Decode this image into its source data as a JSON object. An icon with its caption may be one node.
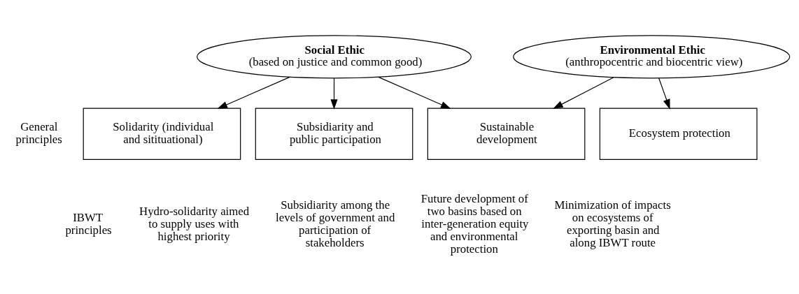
{
  "diagram": {
    "nodes": [
      {
        "text": [
          "Social Ethic",
          "(based on justice and common good)"
        ]
      },
      {
        "text": [
          "Environmental Ethic",
          "(anthropocentric and biocentric view)"
        ]
      },
      {
        "text": [
          "Solidarity (individual and sitituational)"
        ]
      },
      {
        "text": [
          "Subsidiarity and public participation"
        ]
      },
      {
        "text": [
          "Sustainable development"
        ]
      },
      {
        "text": [
          "Ecosystem protection"
        ]
      }
    ],
    "edges": [
      {
        "from": 0,
        "to": 2,
        "arrow": "to"
      },
      {
        "from": 0,
        "to": 3,
        "arrow": "to"
      },
      {
        "from": 0,
        "to": 4,
        "arrow": "to"
      },
      {
        "from": 1,
        "to": 4,
        "arrow": "to"
      },
      {
        "from": 1,
        "to": 5,
        "arrow": "to"
      }
    ],
    "labels": [
      "General principles",
      "IBWT principles",
      "Hydro-solidarity aimed to supply uses with highest priority",
      "Subsidiarity among the levels of government and participation of stakeholders",
      "Future development of two basins based on inter-generation equity and environmental protection",
      "Minimization of impacts on ecosystems of exporting basin and along IBWT route"
    ]
  }
}
